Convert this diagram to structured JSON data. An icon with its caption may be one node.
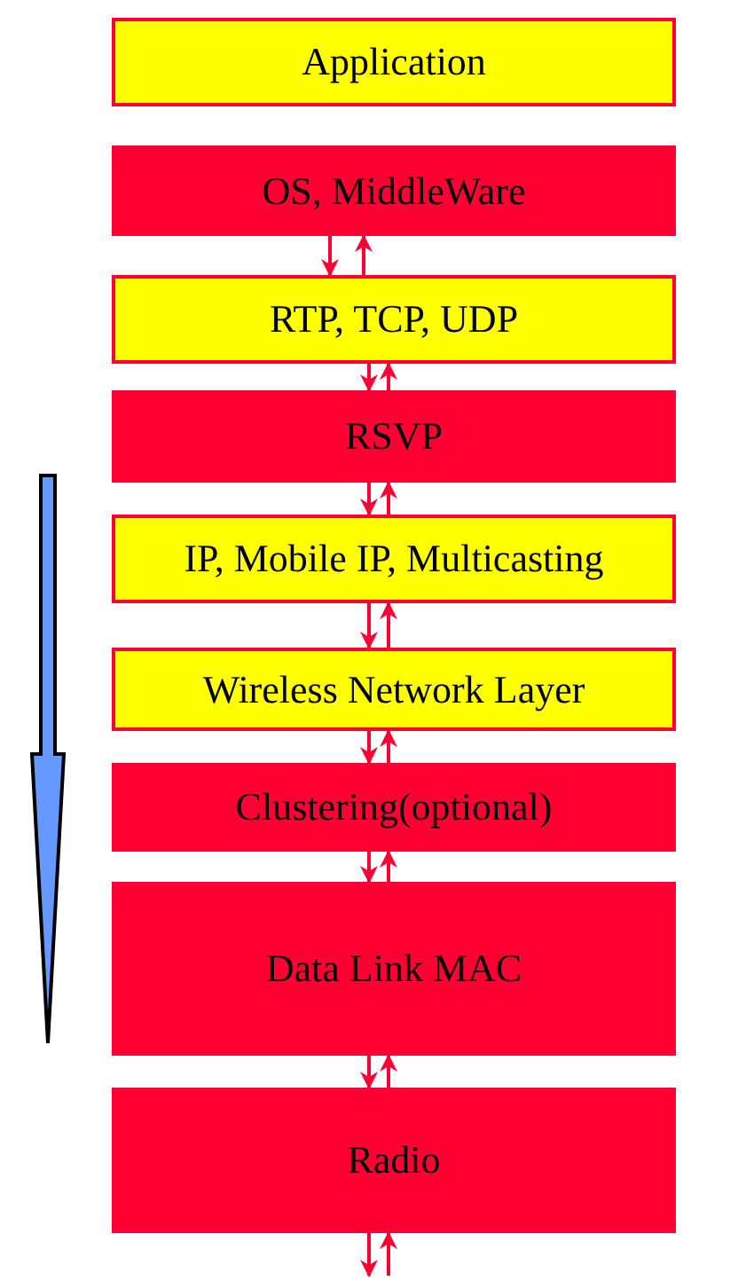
{
  "diagram": {
    "nodes": [
      {
        "text": [
          "Application"
        ]
      },
      {
        "text": [
          "OS, MiddleWare"
        ]
      },
      {
        "text": [
          "RTP, TCP, UDP"
        ]
      },
      {
        "text": [
          "RSVP"
        ]
      },
      {
        "text": [
          "IP, Mobile IP, Multicasting"
        ]
      },
      {
        "text": [
          "Wireless Network Layer"
        ]
      },
      {
        "text": [
          "Clustering(optional)"
        ]
      },
      {
        "text": [
          "Data Link MAC"
        ]
      },
      {
        "text": [
          "Radio"
        ]
      }
    ],
    "edges": [
      {
        "from": 1,
        "to": 2,
        "arrow": "to"
      },
      {
        "from": 2,
        "to": 1,
        "arrow": "to"
      },
      {
        "from": 2,
        "to": 3,
        "arrow": "to"
      },
      {
        "from": 3,
        "to": 2,
        "arrow": "to"
      },
      {
        "from": 3,
        "to": 4,
        "arrow": "to"
      },
      {
        "from": 4,
        "to": 3,
        "arrow": "to"
      },
      {
        "from": 4,
        "to": 5,
        "arrow": "to"
      },
      {
        "from": 5,
        "to": 4,
        "arrow": "to"
      },
      {
        "from": 5,
        "to": 6,
        "arrow": "to"
      },
      {
        "from": 6,
        "to": 5,
        "arrow": "to"
      },
      {
        "from": 6,
        "to": 7,
        "arrow": "to"
      },
      {
        "from": 7,
        "to": 6,
        "arrow": "to"
      },
      {
        "from": 7,
        "to": 8,
        "arrow": "to"
      },
      {
        "from": 8,
        "to": 7,
        "arrow": "to"
      },
      {
        "from": 8,
        "to": null,
        "arrow": "to"
      },
      {
        "from": null,
        "to": 8,
        "arrow": "to"
      }
    ]
  }
}
